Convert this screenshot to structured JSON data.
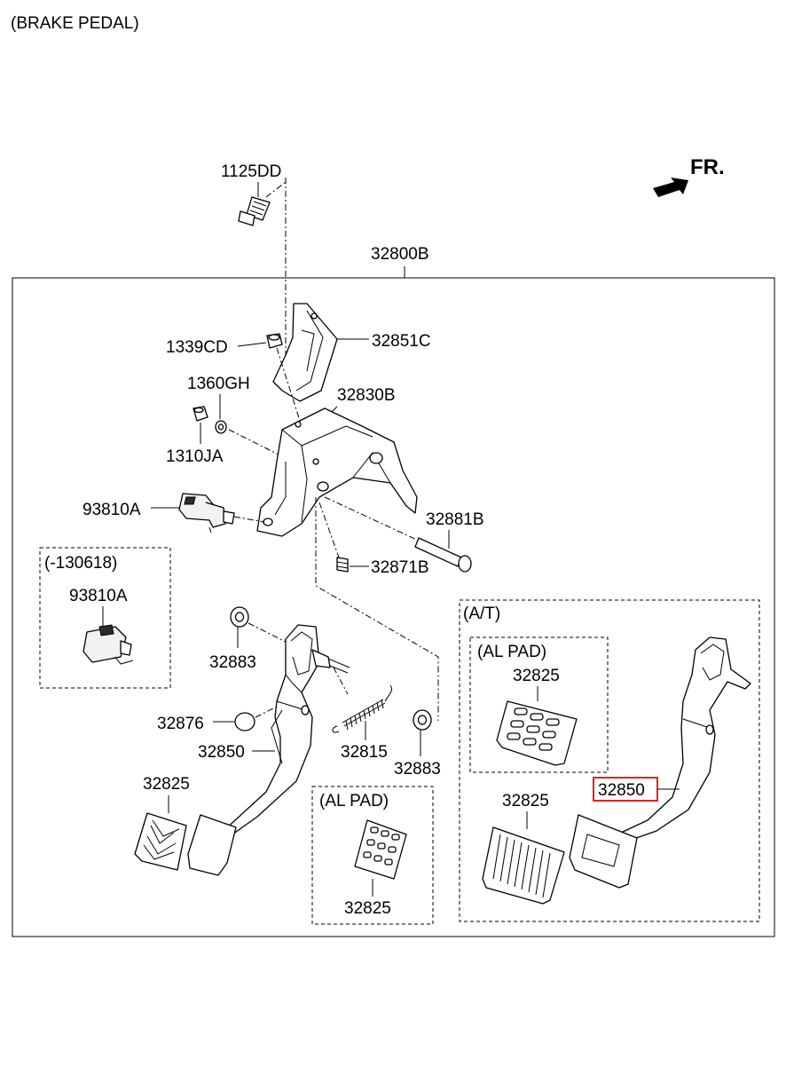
{
  "title": "(BRAKE PEDAL)",
  "direction_marker": "FR.",
  "labels": {
    "p1125DD": "1125DD",
    "p32800B": "32800B",
    "p1339CD": "1339CD",
    "p32851C": "32851C",
    "p1360GH": "1360GH",
    "p32830B": "32830B",
    "p1310JA": "1310JA",
    "p93810A_main": "93810A",
    "p32881B": "32881B",
    "p32871B": "32871B",
    "group_130618": "(-130618)",
    "p93810A_alt": "93810A",
    "group_at": "(A/T)",
    "group_al_pad_at": "(AL PAD)",
    "p32825_at_al": "32825",
    "p32883_left": "32883",
    "p32876": "32876",
    "p32850_mt": "32850",
    "p32815": "32815",
    "p32883_right": "32883",
    "p32825_mt": "32825",
    "group_al_pad_mt": "(AL PAD)",
    "p32825_mt_al": "32825",
    "p32825_at": "32825",
    "p32850_at": "32850"
  },
  "highlight": {
    "part": "32850",
    "color": "#e0241b"
  }
}
